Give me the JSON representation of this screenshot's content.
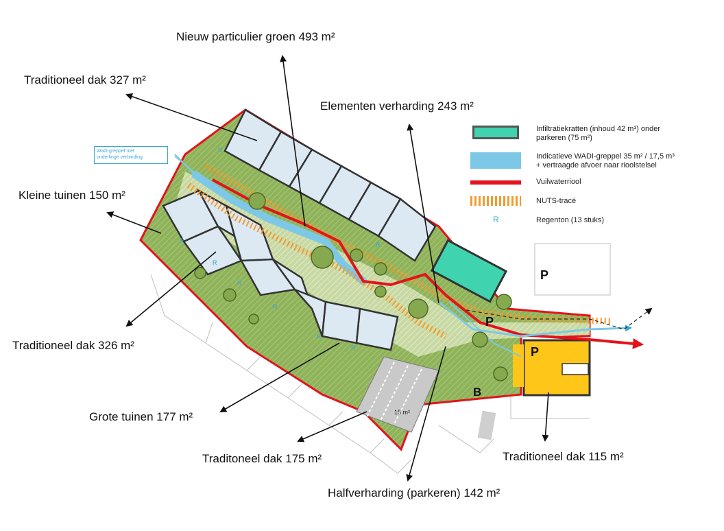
{
  "labels": {
    "nieuw_groen": "Nieuw particulier groen 493 m²",
    "trad_dak_327": "Traditioneel dak 327 m²",
    "elementen": "Elementen verharding 243 m²",
    "kleine_tuinen": "Kleine tuinen 150 m²",
    "trad_dak_326": "Traditioneel dak 326 m²",
    "grote_tuinen": "Grote tuinen 177 m²",
    "tradit_dak_175": "Traditoneel dak 175 m²",
    "trad_dak_115": "Traditioneel dak 115 m²",
    "halfverharding": "Halfverharding (parkeren) 142 m²"
  },
  "callout": {
    "line1": "Wadi-greppel met",
    "line2": "onderlinge verbinding"
  },
  "legend": {
    "krat_line1": "Infiltratiekratten (inhoud 42 m³) onder",
    "krat_line2": "parkeren (75 m²)",
    "wadi_line1": "Indicatieve WADI-greppel 35 m² / 17,5 m³",
    "wadi_line2": "+ vertraagde afvoer naar rioolstelsel",
    "vuilwater": "Vuilwaterriool",
    "nuts": "NUTS-tracé",
    "regenton_symbol": "R",
    "regenton": "Regenton (13 stuks)"
  },
  "map": {
    "parking_p": "P",
    "b_label": "B",
    "area_15": "15 m²",
    "r_symbol": "R"
  },
  "colors": {
    "green": "#8fb35a",
    "roof": "#dce8f2",
    "wadi": "#7cc8e6",
    "crates": "#3fd3b0",
    "sewer": "#e3131b",
    "nuts": "#f39a2e",
    "yellow": "#ffc61a"
  }
}
